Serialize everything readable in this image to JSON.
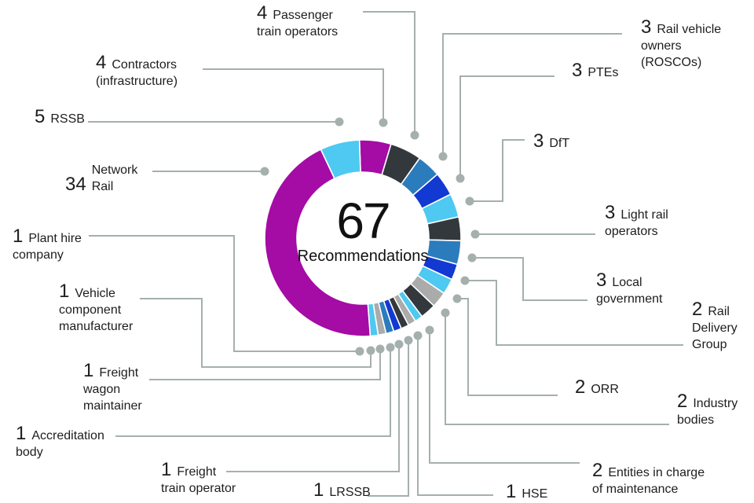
{
  "colors": {
    "magenta": "#a50ba5",
    "charcoal": "#33383c",
    "steel_blue": "#2b7cbd",
    "royal_blue": "#1239d2",
    "cyan": "#4ec9f1",
    "gray": "#ababab",
    "leader": "#a5b0ae",
    "text": "#1d1d1b"
  },
  "chart_data": {
    "type": "pie",
    "subtype": "donut",
    "center_value": "67",
    "center_label": "Recommendations",
    "legend_position": "around-callouts",
    "segments": [
      {
        "key": "contractors",
        "value": 4,
        "label": "Contractors (infrastructure)",
        "display": "Contractors\n(infrastructure)",
        "color": "magenta"
      },
      {
        "key": "passenger",
        "value": 4,
        "label": "Passenger train operators",
        "display": "Passenger\ntrain operators",
        "color": "charcoal"
      },
      {
        "key": "roscos",
        "value": 3,
        "label": "Rail vehicle owners (ROSCOs)",
        "display": "Rail vehicle\nowners\n(ROSCOs)",
        "color": "steel_blue"
      },
      {
        "key": "ptes",
        "value": 3,
        "label": "PTEs",
        "display": "PTEs",
        "color": "royal_blue"
      },
      {
        "key": "dft",
        "value": 3,
        "label": "DfT",
        "display": "DfT",
        "color": "cyan"
      },
      {
        "key": "light-rail",
        "value": 3,
        "label": "Light rail operators",
        "display": "Light rail\noperators",
        "color": "charcoal"
      },
      {
        "key": "local-govt",
        "value": 3,
        "label": "Local government",
        "display": "Local\ngovernment",
        "color": "steel_blue"
      },
      {
        "key": "rdg",
        "value": 2,
        "label": "Rail Delivery Group",
        "display": "Rail\nDelivery\nGroup",
        "color": "royal_blue"
      },
      {
        "key": "orr",
        "value": 2,
        "label": "ORR",
        "display": "ORR",
        "color": "cyan"
      },
      {
        "key": "industry-bodies",
        "value": 2,
        "label": "Industry bodies",
        "display": "Industry\nbodies",
        "color": "gray"
      },
      {
        "key": "entities",
        "value": 2,
        "label": "Entities in charge of maintenance",
        "display": "Entities in charge\nof maintenance",
        "color": "charcoal"
      },
      {
        "key": "hse",
        "value": 1,
        "label": "HSE",
        "display": "HSE",
        "color": "cyan"
      },
      {
        "key": "lrssb",
        "value": 1,
        "label": "LRSSB",
        "display": "LRSSB",
        "color": "gray"
      },
      {
        "key": "freight-train",
        "value": 1,
        "label": "Freight train operator",
        "display": "Freight\ntrain operator",
        "color": "charcoal"
      },
      {
        "key": "accreditation",
        "value": 1,
        "label": "Accreditation body",
        "display": "Accreditation\nbody",
        "color": "royal_blue"
      },
      {
        "key": "freight-wagon",
        "value": 1,
        "label": "Freight wagon maintainer",
        "display": "Freight\nwagon\nmaintainer",
        "color": "steel_blue"
      },
      {
        "key": "vehicle-component",
        "value": 1,
        "label": "Vehicle component manufacturer",
        "display": "Vehicle\ncomponent\nmanufacturer",
        "color": "gray"
      },
      {
        "key": "plant-hire",
        "value": 1,
        "label": "Plant hire company",
        "display": "Plant hire\ncompany",
        "color": "cyan"
      },
      {
        "key": "network-rail",
        "value": 34,
        "label": "Network Rail",
        "display": "Network\nRail",
        "color": "magenta"
      },
      {
        "key": "rssb",
        "value": 5,
        "label": "RSSB",
        "display": "RSSB",
        "color": "cyan"
      }
    ]
  }
}
